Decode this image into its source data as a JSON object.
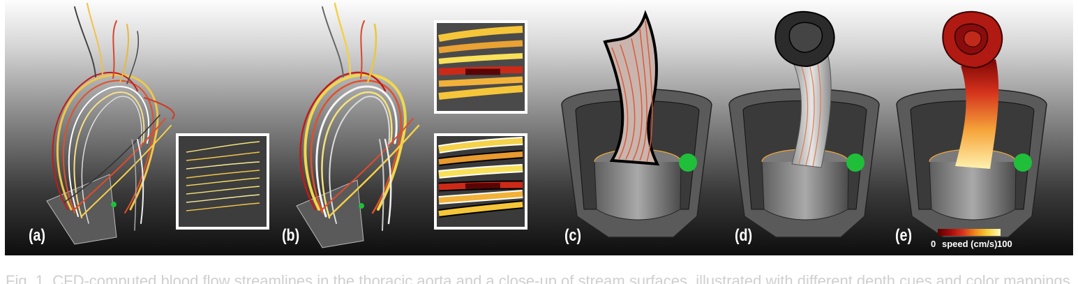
{
  "panels": [
    {
      "label": "(a)"
    },
    {
      "label": "(b)"
    },
    {
      "label": "(c)"
    },
    {
      "label": "(d)"
    },
    {
      "label": "(e)"
    }
  ],
  "colorbar": {
    "min_label": "0",
    "title": "speed (cm/s)",
    "max_label": "100",
    "gradient": [
      "#5a0000",
      "#a30b0b",
      "#d8341c",
      "#f08a1c",
      "#f7d23b",
      "#fff7c0"
    ]
  },
  "caption": {
    "text": "Fig. 1.  CFD-computed blood flow streamlines in the thoracic aorta and a close-up of stream surfaces, illustrated with different depth cues and color mappings."
  },
  "colors": {
    "marker_green": "#1fbf3a",
    "inset_border": "#ffffff",
    "slow_flow": "#c0141a",
    "fast_flow": "#f5d33a"
  }
}
